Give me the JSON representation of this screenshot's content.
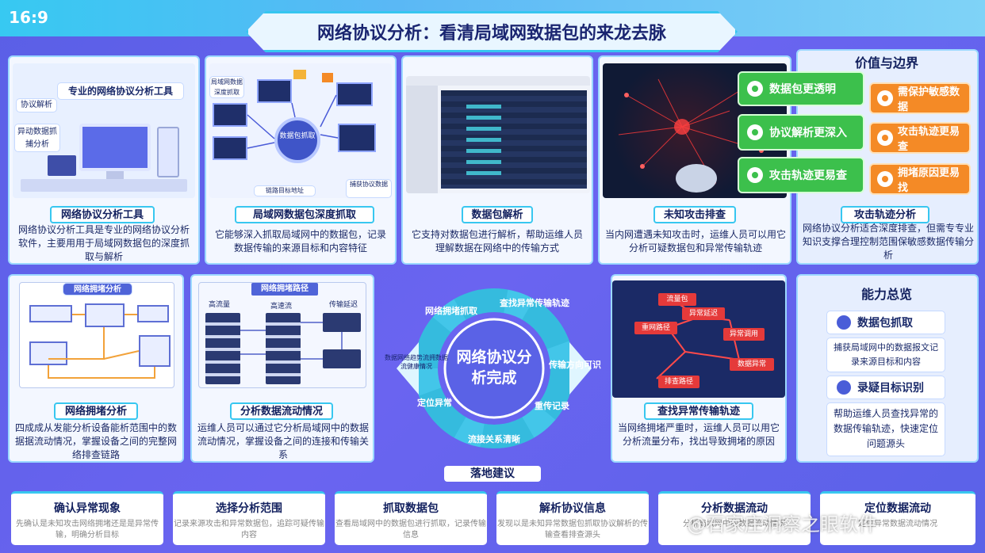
{
  "ratio": "16:9",
  "title": "网络协议分析：看清局域网致据包的来龙去脉",
  "top_panels": [
    {
      "label": "网络协议分析工具",
      "desc": "网络协议分析工具是专业的网络协议分析软件，主要用用于局域网数据包的深度抓取与解析",
      "img_texts": {
        "a": "专业的网络协议分析工具",
        "b": "协议解析",
        "c": "异动数据抓捕分析"
      }
    },
    {
      "label": "局域网数据包深度抓取",
      "desc": "它能够深入抓取局域网中的数据包，记录数据传输的来源目标和内容特征",
      "img_texts": {
        "a": "局域网数据深度抓取",
        "b": "数据包抓取",
        "c": "链路目标地址",
        "d": "捕获协议数据"
      }
    },
    {
      "label": "数据包解析",
      "desc": "它支持对数据包进行解析，帮助运维人员理解数据在网络中的传输方式"
    },
    {
      "label": "未知攻击排查",
      "desc": "当内网遭遇未知攻击时，运维人员可以用它分析可疑数据包和异常传输轨迹"
    }
  ],
  "value_boundary": {
    "title": "价值与边界",
    "green": [
      "数据包更透明",
      "协议解析更深入",
      "攻击轨迹更易查"
    ],
    "orange": [
      "需保护敏感数据",
      "攻击轨迹更易查",
      "拥堵原因更易找"
    ],
    "label": "攻击轨迹分析",
    "desc": "网络协议分析适合深度排查，但需专专业知识支撑合理控制范围保敏感数据传输分析"
  },
  "mid_panels": [
    {
      "header": "网络拥堵分析",
      "label": "网络拥堵分析",
      "desc": "四成成从发能分析设备能析范围中的数据据流动情况，掌握设备之间的完整网络排查链路"
    },
    {
      "header": "网络拥堵路径",
      "label": "分析数据流动情况",
      "desc": "运维人员可以通过它分析局域网中的数据流动情况，掌握设备之间的连接和传输关系",
      "tags": [
        "高流量",
        "高速流",
        "传输延迟"
      ]
    }
  ],
  "ring": {
    "center": "网络协议分析完成",
    "steps": [
      "网络拥堵抓取",
      "查找异常传输轨迹",
      "传输方向可识",
      "重传记录",
      "流接关系清晰",
      "定位异常",
      "数据网络趋势流拥数据流健康情况"
    ]
  },
  "right_mid": {
    "label": "查找异常传输轨迹",
    "desc": "当网络拥堵严重时，运维人员可以用它分析流量分布，找出导致拥堵的原因",
    "nodes": [
      "流量包",
      "异常延迟",
      "重网路径",
      "异常调用",
      "排查路径",
      "数据异常"
    ]
  },
  "capability": {
    "title": "能力总览",
    "items": [
      {
        "name": "数据包抓取",
        "desc": "捕获局域网中的数据报文记录来源目标和内容"
      },
      {
        "name": "录疑目标识别",
        "desc": "帮助运维人员查找异常的数据传输轨迹，快速定位问题源头"
      }
    ]
  },
  "bottom": {
    "section_title": "落地建议",
    "cards": [
      {
        "title": "确认异常现象",
        "text": "先确认是未知攻击网络拥堵还是是异常传输，明确分析目标"
      },
      {
        "title": "选择分析范围",
        "text": "记录来源攻击和异常数据包，追踪可疑传输内容"
      },
      {
        "title": "抓取数据包",
        "text": "查看局域网中的数据包进行抓取，记录传输信息"
      },
      {
        "title": "解析协议信息",
        "text": "发现以是未知异常数据包抓取协议解析的传输查看排查源头"
      },
      {
        "title": "分析数据流动",
        "text": "分析局域网中的数据流动情况"
      },
      {
        "title": "定位数据流动",
        "text": "定位异常数据流动情况"
      }
    ]
  },
  "watermark": "@石家庄洞察之眼软件",
  "colors": {
    "accent": "#38c7f0",
    "green": "#3cc04c",
    "orange": "#f48a26",
    "bg": "#5f63ea"
  }
}
